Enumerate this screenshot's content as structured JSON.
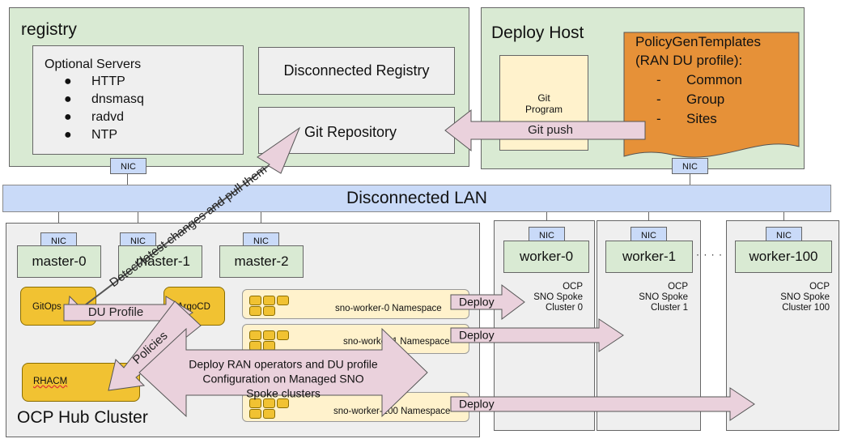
{
  "registry": {
    "title": "registry",
    "optional": {
      "title": "Optional Servers",
      "items": [
        "HTTP",
        "dnsmasq",
        "radvd",
        "NTP"
      ]
    },
    "disconnected_registry": "Disconnected Registry",
    "git_repository": "Git Repository",
    "nic": "NIC"
  },
  "deploy_host": {
    "title": "Deploy Host",
    "git_program": [
      "Git",
      "Program"
    ],
    "policy": {
      "title": "PolicyGenTemplates",
      "subtitle": "(RAN DU profile):",
      "dash": "-",
      "items": [
        "Common",
        "Group",
        "Sites"
      ]
    },
    "nic": "NIC",
    "git_push": "Git push"
  },
  "lan": {
    "label": "Disconnected LAN"
  },
  "hub": {
    "label": "OCP Hub Cluster",
    "nic": "NIC",
    "masters": [
      "master-0",
      "master-1",
      "master-2"
    ],
    "gitops": "GitOps",
    "argocd": "ArgoCD",
    "rhacm": "RHACM",
    "namespaces": [
      "sno-worker-0 Namespace",
      "sno-worker-1 Namespace",
      "sno-worker-100 Namespace"
    ]
  },
  "workers": [
    {
      "name": "worker-0",
      "nic": "NIC",
      "lines": [
        "OCP",
        "SNO Spoke",
        "Cluster 0"
      ]
    },
    {
      "name": "worker-1",
      "nic": "NIC",
      "lines": [
        "OCP",
        "SNO Spoke",
        "Cluster 1"
      ]
    },
    {
      "name": "worker-100",
      "nic": "NIC",
      "lines": [
        "OCP",
        "SNO Spoke",
        "Cluster 100"
      ]
    }
  ],
  "ellipsis": "· · · ·",
  "arrows": {
    "detect": "Detect latest changes and pull them",
    "du_profile": "DU Profile",
    "policies": "Policies",
    "deploy_ran": [
      "Deploy RAN operators and DU profile",
      "Configuration on Managed SNO",
      "Spoke clusters"
    ],
    "deploy": "Deploy"
  },
  "colors": {
    "green": "#d9ead3",
    "grey": "#efefef",
    "lan": "#c9daf8",
    "yellow": "#f1c232",
    "light_yellow": "#fff2cc",
    "orange": "#e69138",
    "pink": "#ead1dc"
  }
}
